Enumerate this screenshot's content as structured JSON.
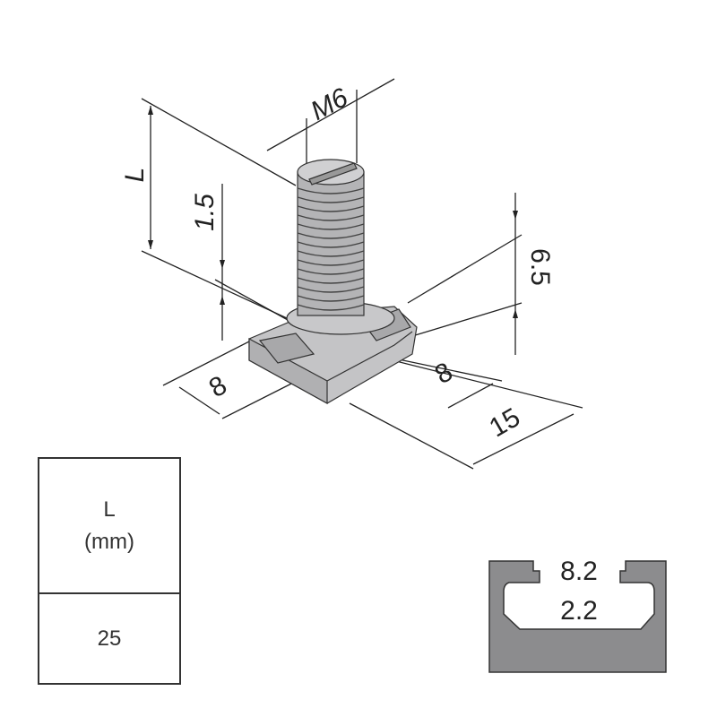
{
  "drawing": {
    "dimensions": {
      "length": "L",
      "thread": "M6",
      "height_1": "1.5",
      "height_2": "6.5",
      "width_left": "8",
      "width_right": "8",
      "length_block": "15"
    }
  },
  "table": {
    "header_line1": "L",
    "header_line2": "(mm)",
    "value": "25"
  },
  "profile": {
    "slot_width": "8.2",
    "slot_depth": "2.2"
  },
  "colors": {
    "part_fill": "#c4c4c6",
    "profile_fill": "#8c8c8e",
    "line": "#222222"
  }
}
